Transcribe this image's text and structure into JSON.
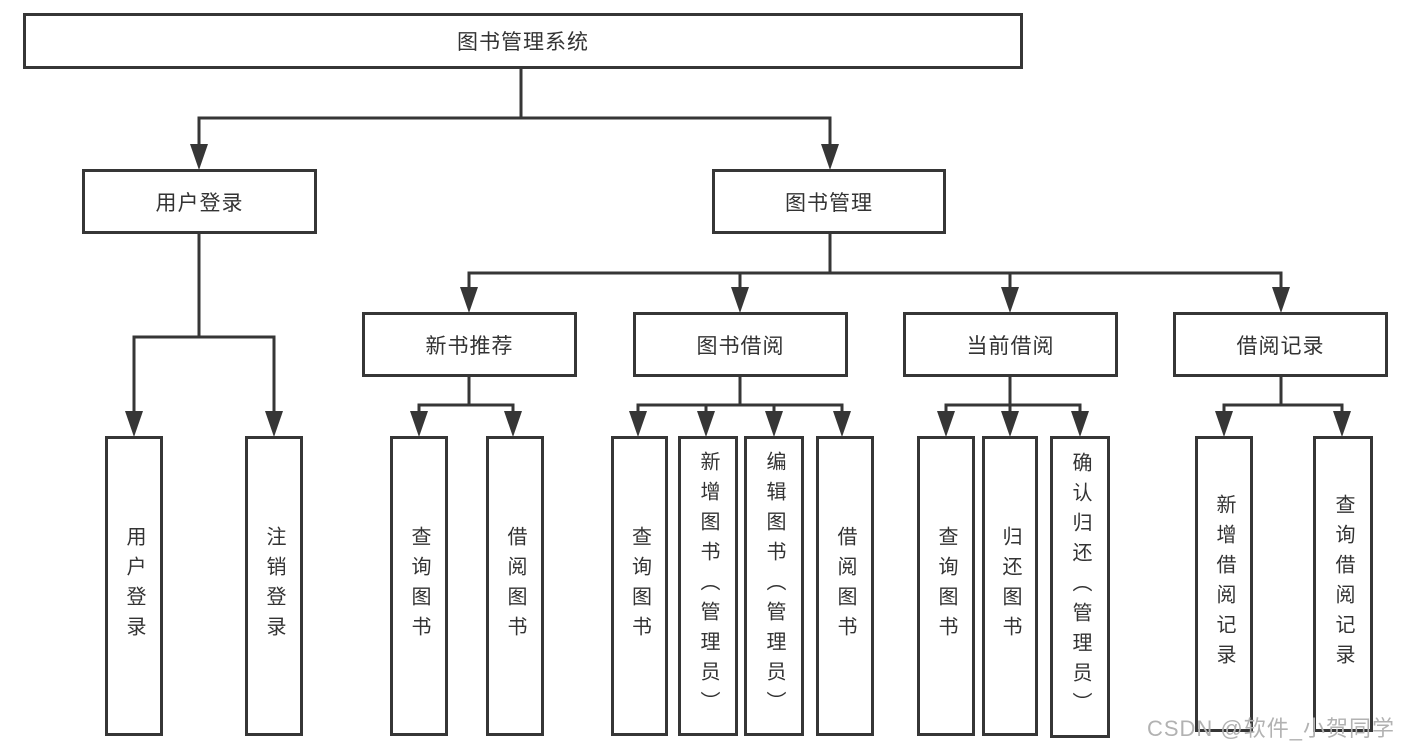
{
  "diagram": {
    "root": {
      "label": "图书管理系统"
    },
    "branches": [
      {
        "label": "用户登录",
        "children": [
          {
            "label": "用户登录"
          },
          {
            "label": "注销登录"
          }
        ]
      },
      {
        "label": "图书管理",
        "children": [
          {
            "label": "新书推荐",
            "children": [
              {
                "label": "查询图书"
              },
              {
                "label": "借阅图书"
              }
            ]
          },
          {
            "label": "图书借阅",
            "children": [
              {
                "label": "查询图书"
              },
              {
                "label": "新增图书（管理员）"
              },
              {
                "label": "编辑图书（管理员）"
              },
              {
                "label": "借阅图书"
              }
            ]
          },
          {
            "label": "当前借阅",
            "children": [
              {
                "label": "查询图书"
              },
              {
                "label": "归还图书"
              },
              {
                "label": "确认归还（管理员）"
              }
            ]
          },
          {
            "label": "借阅记录",
            "children": [
              {
                "label": "新增借阅记录"
              },
              {
                "label": "查询借阅记录"
              }
            ]
          }
        ]
      }
    ]
  },
  "watermark": {
    "text": "CSDN @软件_小贺同学"
  },
  "colors": {
    "line": "#363636",
    "box_border": "#363636",
    "text": "#333333",
    "watermark": "#b2b2b2",
    "background": "#ffffff"
  }
}
